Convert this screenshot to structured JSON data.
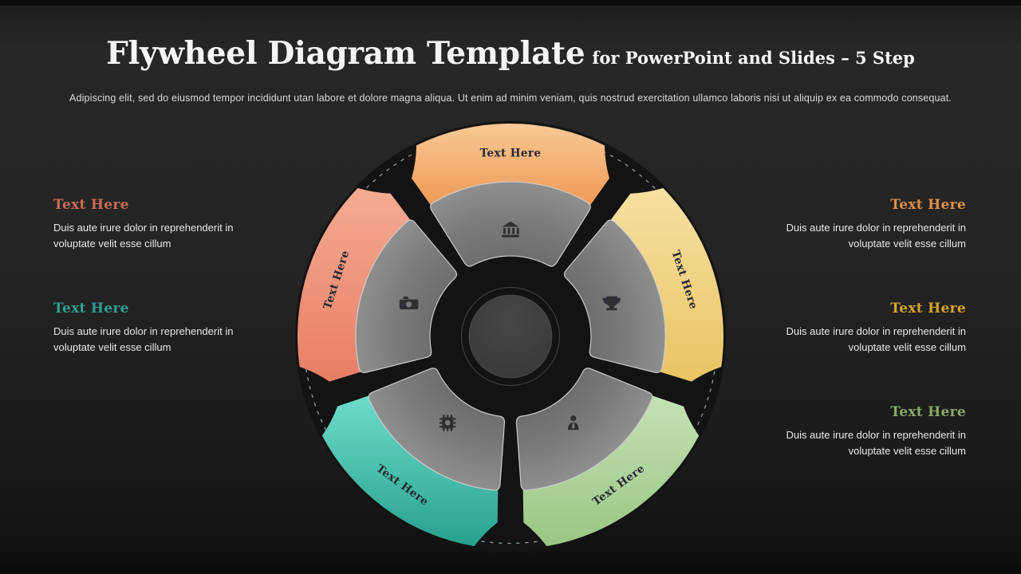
{
  "header": {
    "title": "Flywheel Diagram Template",
    "subtitle": "for PowerPoint and Slides – 5 Step",
    "description": "Adipiscing elit, sed do eiusmod tempor incididunt utan labore et dolore magna aliqua. Ut enim ad minim veniam, quis nostrud exercitation ullamco laboris nisi ut aliquip ex ea commodo consequat."
  },
  "left_blocks": [
    {
      "title": "Text Here",
      "color": "#cd6a55",
      "body": "Duis aute irure dolor in reprehenderit in voluptate velit esse cillum"
    },
    {
      "title": "Text Here",
      "color": "#2f9f8f",
      "body": "Duis aute irure dolor in reprehenderit in voluptate velit esse cillum"
    }
  ],
  "right_blocks": [
    {
      "title": "Text Here",
      "color": "#e09048",
      "body": "Duis aute irure dolor in reprehenderit in voluptate velit esse cillum"
    },
    {
      "title": "Text Here",
      "color": "#d7a52e",
      "body": "Duis aute irure dolor in reprehenderit in voluptate velit esse cillum"
    },
    {
      "title": "Text Here",
      "color": "#8aaa68",
      "body": "Duis aute irure dolor in reprehenderit in voluptate velit esse cillum"
    }
  ],
  "wheel": {
    "label_color": "#232833",
    "icon_color": "#2d2f33",
    "inner_outline_color": "#cccccc",
    "dashed_circle_color": "#9fb0b8",
    "segments": [
      {
        "label": "Text Here",
        "icon": "bank-icon",
        "color_light": "#f8c996",
        "color_dark": "#ef9a55"
      },
      {
        "label": "Text Here",
        "icon": "trophy-icon",
        "color_light": "#f7e0a2",
        "color_dark": "#e9c463"
      },
      {
        "label": "Text Here",
        "icon": "user-icon",
        "color_light": "#c5e1b4",
        "color_dark": "#9ac684"
      },
      {
        "label": "Text Here",
        "icon": "chip-icon",
        "color_light": "#6fdccb",
        "color_dark": "#27a08e"
      },
      {
        "label": "Text Here",
        "icon": "camera-icon",
        "color_light": "#f5ab93",
        "color_dark": "#e87e64"
      }
    ]
  }
}
